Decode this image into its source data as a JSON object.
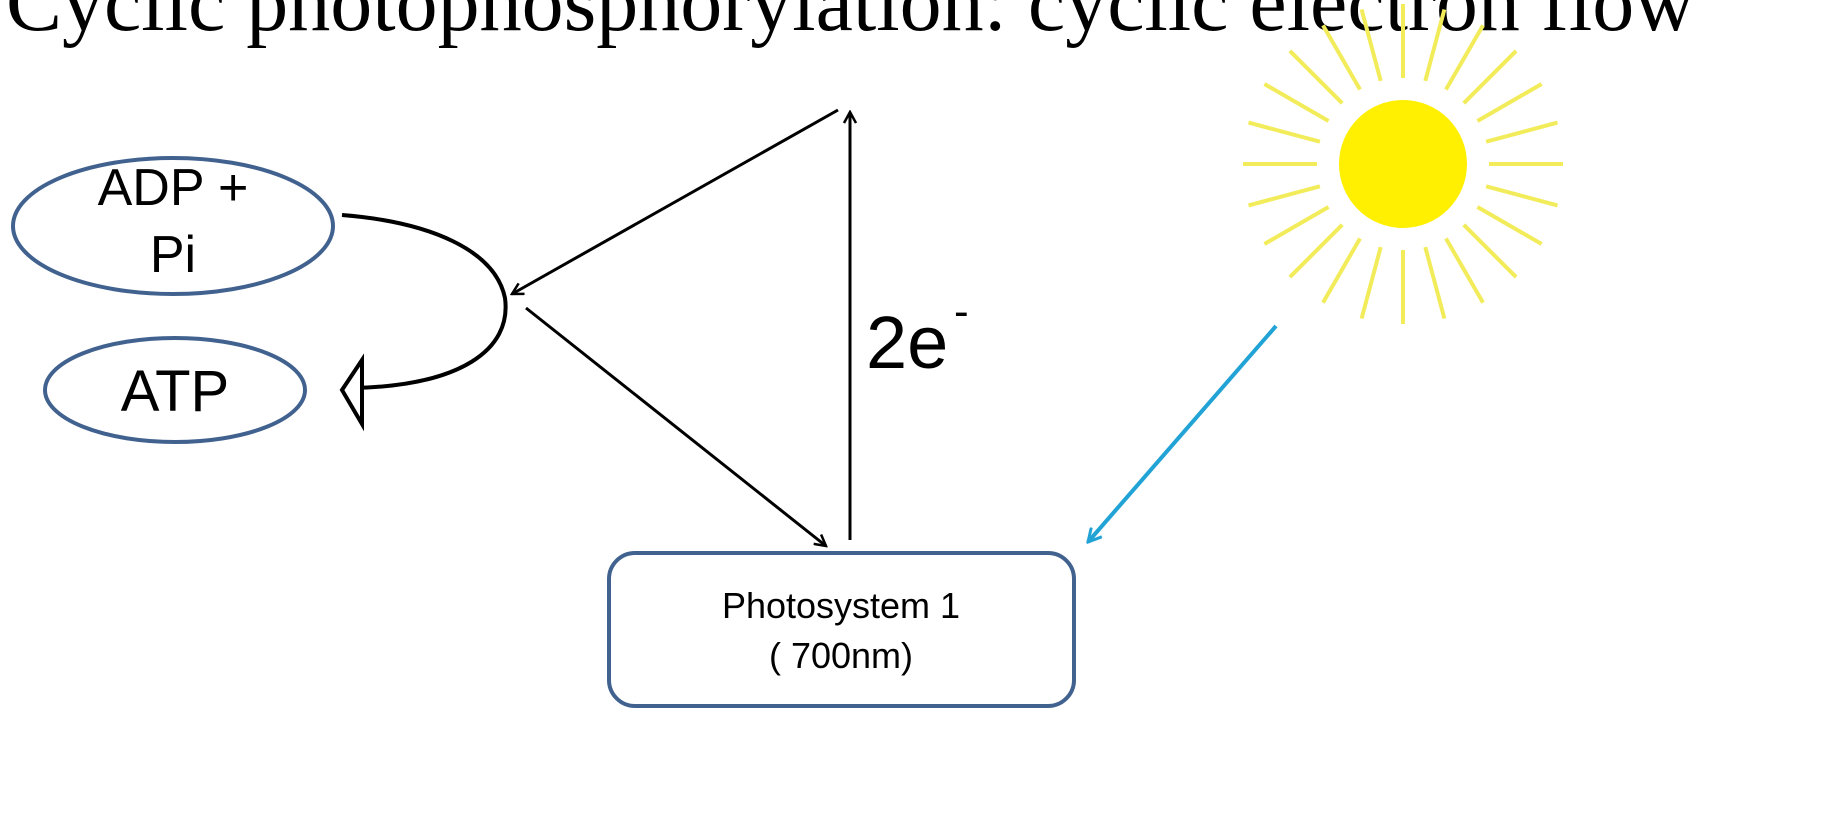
{
  "slide": {
    "title_fragment": "Cyclic photophosphorylation: cyclic electron flow"
  },
  "nodes": {
    "adp_line1": "ADP +",
    "adp_line2": "Pi",
    "atp": "ATP",
    "photosystem_line1": "Photosystem 1",
    "photosystem_line2": "( 700nm)"
  },
  "electron_label": {
    "base": "2e",
    "superscript": "-"
  },
  "colors": {
    "ellipse_stroke": "#41628f",
    "box_stroke": "#41628f",
    "light_ray": "#21a3d6",
    "sun_fill": "#ffef00",
    "sun_rays": "#f2ec5a",
    "arrow": "#000000"
  },
  "icons": {
    "sun": "sun-icon",
    "light_ray": "light-ray-arrow"
  }
}
